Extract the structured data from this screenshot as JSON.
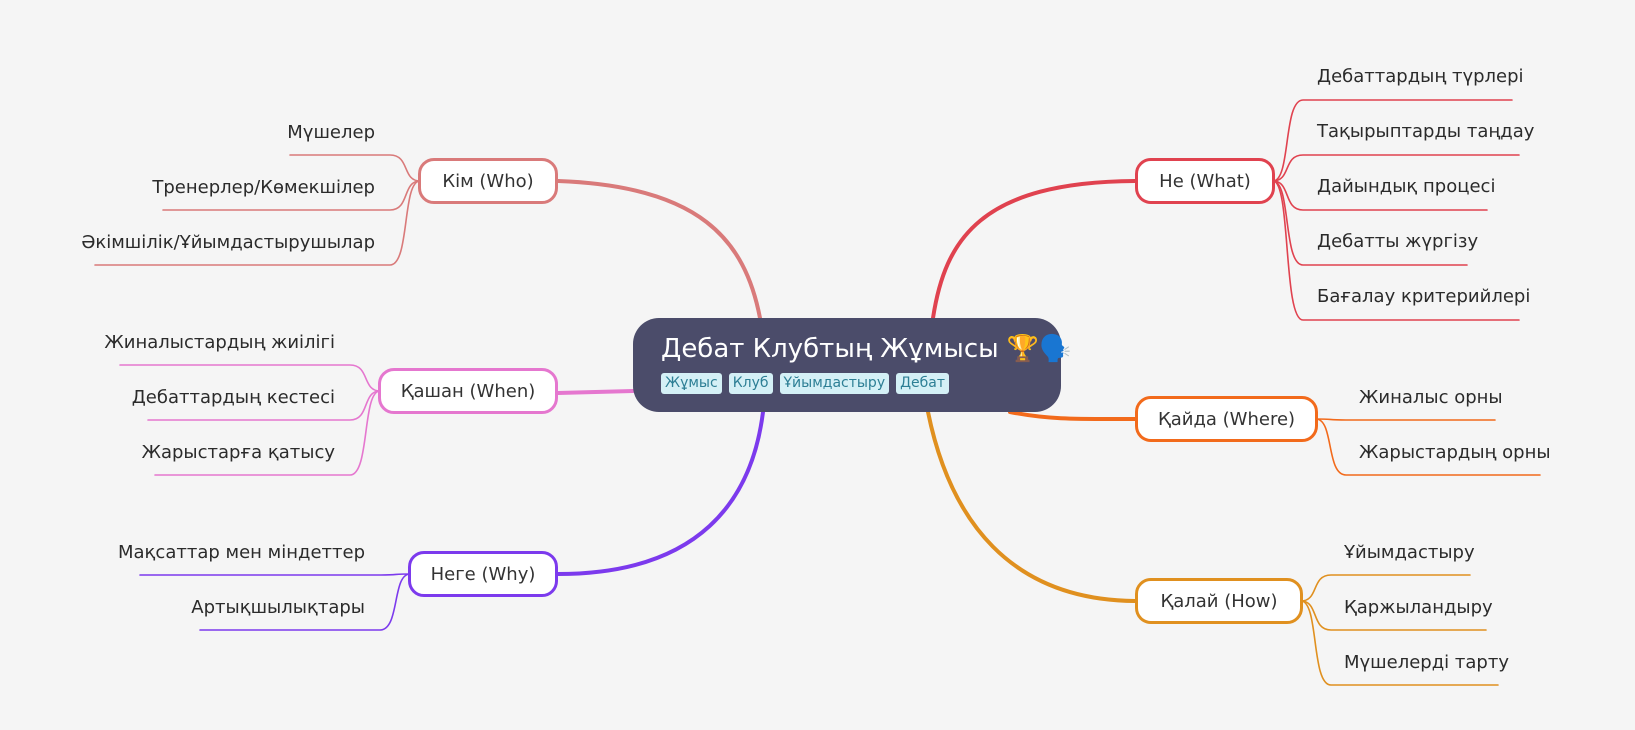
{
  "center": {
    "title": "Дебат Клубтың Жұмысы 🏆🗣️",
    "tags": [
      "Жұмыс",
      "Клуб",
      "Ұйымдастыру",
      "Дебат"
    ]
  },
  "branches": {
    "who": {
      "label": "Кім (Who)",
      "color": "#d97a7a",
      "items": [
        "Мүшелер",
        "Тренерлер/Көмекшілер",
        "Әкімшілік/Ұйымдастырушылар"
      ]
    },
    "when": {
      "label": "Қашан (When)",
      "color": "#e577cf",
      "items": [
        "Жиналыстардың жиілігі",
        "Дебаттардың кестесі",
        "Жарыстарға қатысу"
      ]
    },
    "why": {
      "label": "Неге (Why)",
      "color": "#7c3aed",
      "items": [
        "Мақсаттар мен міндеттер",
        "Артықшылықтары"
      ]
    },
    "what": {
      "label": "Не (What)",
      "color": "#e0424f",
      "items": [
        "Дебаттардың түрлері",
        "Тақырыптарды таңдау",
        "Дайындық процесі",
        "Дебатты жүргізу",
        "Бағалау критерийлері"
      ]
    },
    "where": {
      "label": "Қайда (Where)",
      "color": "#f26a1b",
      "items": [
        "Жиналыс орны",
        "Жарыстардың орны"
      ]
    },
    "how": {
      "label": "Қалай (How)",
      "color": "#e0901f",
      "items": [
        "Ұйымдастыру",
        "Қаржыландыру",
        "Мүшелерді тарту"
      ]
    }
  }
}
